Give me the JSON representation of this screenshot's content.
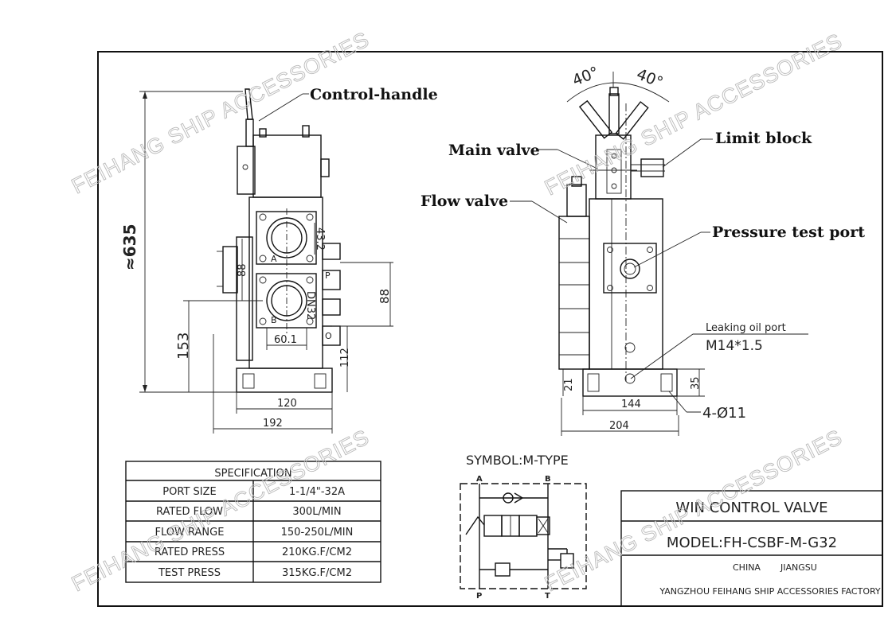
{
  "callouts": {
    "control_handle": "Control-handle",
    "main_valve": "Main valve",
    "flow_valve": "Flow valve",
    "limit_block": "Limit block",
    "pressure_test_port": "Pressure test port",
    "leaking_oil_port": "Leaking oil port",
    "leaking_oil_thread": "M14*1.5"
  },
  "dimensions": {
    "overall_height": "≈635",
    "d153": "153",
    "d88_left": "88",
    "d88_right": "88",
    "d43_2": "43.2",
    "dn32": "DN32",
    "d60_1": "60.1",
    "d112": "112",
    "d120": "120",
    "d192": "192",
    "angle_left": "40°",
    "angle_right": "40°",
    "d21": "21",
    "d35": "35",
    "d144": "144",
    "d204": "204",
    "holes": "4-Ø11"
  },
  "port_labels": {
    "a": "A",
    "b": "B",
    "p": "P",
    "o": "O"
  },
  "symbol": {
    "title": "SYMBOL:M-TYPE",
    "a": "A",
    "b": "B",
    "p": "P",
    "t": "T"
  },
  "spec": {
    "title": "SPECIFICATION",
    "rows": [
      {
        "label": "PORT SIZE",
        "value": "1-1/4\"-32A"
      },
      {
        "label": "RATED FLOW",
        "value": "300L/MIN"
      },
      {
        "label": "FLOW RANGE",
        "value": "150-250L/MIN"
      },
      {
        "label": "RATED PRESS",
        "value": "210KG.F/CM2"
      },
      {
        "label": "TEST PRESS",
        "value": "315KG.F/CM2"
      }
    ]
  },
  "title_block": {
    "name": "WIN CONTROL VALVE",
    "model": "MODEL:FH-CSBF-M-G32",
    "country": "CHINA",
    "province": "JIANGSU",
    "factory": "YANGZHOU FEIHANG SHIP ACCESSORIES FACTORY"
  },
  "watermark": "FEIHANG SHIP ACCESSORIES"
}
